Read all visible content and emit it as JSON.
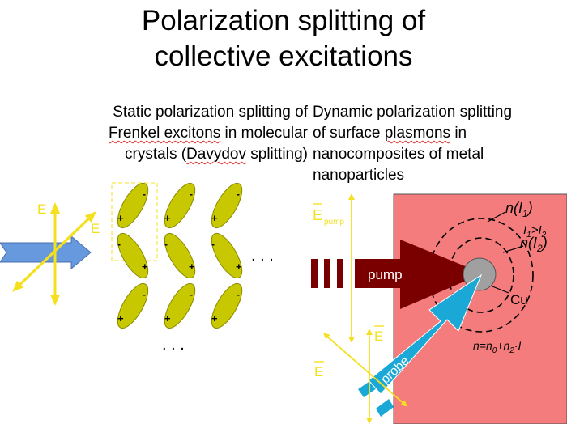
{
  "title_line1": "Polarization splitting of",
  "title_line2": "collective excitations",
  "left": {
    "text_a": "Static polarization splitting of",
    "text_b_under": "Frenkel excitons",
    "text_b_rest": " in molecular",
    "text_c_pre": "crystals (",
    "text_c_under": "Davydov",
    "text_c_post": " splitting)",
    "e_label": "E",
    "plus": "+",
    "minus": "-",
    "dots": ". . ."
  },
  "right": {
    "text_a": "Dynamic polarization splitting",
    "text_b_pre": "of surface ",
    "text_b_under": "plasmons",
    "text_b_post": " in",
    "text_c": "nanocomposites of metal",
    "text_d": "nanoparticles",
    "e_pump_main": "E",
    "e_pump_sub": "pump",
    "e_label": "E",
    "pump": "pump",
    "probe": "probe",
    "cu": "Cu",
    "n_i1": "n(I",
    "n_i1_sub": "1",
    "n_i2": "n(I",
    "n_i2_sub": "2",
    "close_paren": ")",
    "ineq_i": "I",
    "ineq_sub1": "1",
    "ineq_gt": ">I",
    "ineq_sub2": "2",
    "formula_a": "n=n",
    "formula_sub0": "0",
    "formula_b": "+n",
    "formula_sub2": "2",
    "formula_c": "·I"
  },
  "colors": {
    "ellipse_fill": "#c8c800",
    "arrow_blue": "#6699dd",
    "e_yellow": "#f5e020",
    "pump_dark": "#7a0000",
    "probe_cyan": "#1aa9d6",
    "panel_pink": "#f47c7c",
    "cu_gray": "#a0a0a0"
  }
}
